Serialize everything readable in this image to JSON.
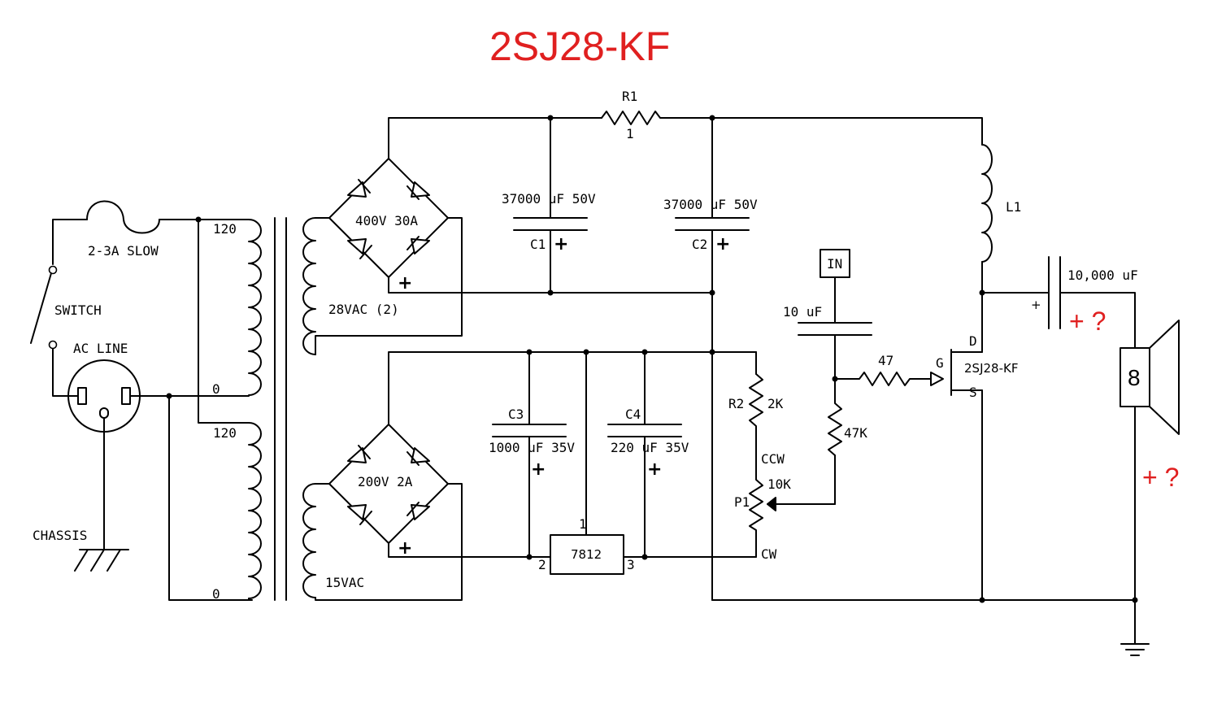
{
  "title": "2SJ28-KF",
  "labels": {
    "r1": "R1",
    "r1_value": "1",
    "fuse": "2-3A SLOW",
    "switch": "SWITCH",
    "ac_line": "AC LINE",
    "chassis": "CHASSIS",
    "primary_top": "120",
    "primary_top_zero": "0",
    "primary_bottom": "120",
    "primary_bottom_zero": "0",
    "bridge1": "400V 30A",
    "secondary1": "28VAC (2)",
    "c1_value": "37000 uF 50V",
    "c1": "C1",
    "c2_value": "37000 uF 50V",
    "c2": "C2",
    "l1": "L1",
    "out_cap": "10,000 uF",
    "out_cap_plus": "+",
    "in_box": "IN",
    "in_cap": "10 uF",
    "gate_res": "47",
    "bias_res": "47K",
    "r2": "R2",
    "r2_value": "2K",
    "ccw": "CCW",
    "p1": "P1",
    "p1_value": "10K",
    "cw": "CW",
    "bridge2": "200V 2A",
    "secondary2": "15VAC",
    "c3": "C3",
    "c3_value": "1000 uF 35V",
    "c4": "C4",
    "c4_value": "220 uF 35V",
    "regulator": "7812",
    "reg_pin1": "1",
    "reg_pin2": "2",
    "reg_pin3": "3",
    "fet_d": "D",
    "fet_g": "G",
    "fet_s": "S",
    "fet_name": "2SJ28-KF",
    "speaker": "8",
    "plus_sign": "+",
    "red_q1": "+ ?",
    "red_q2": "+ ?"
  }
}
